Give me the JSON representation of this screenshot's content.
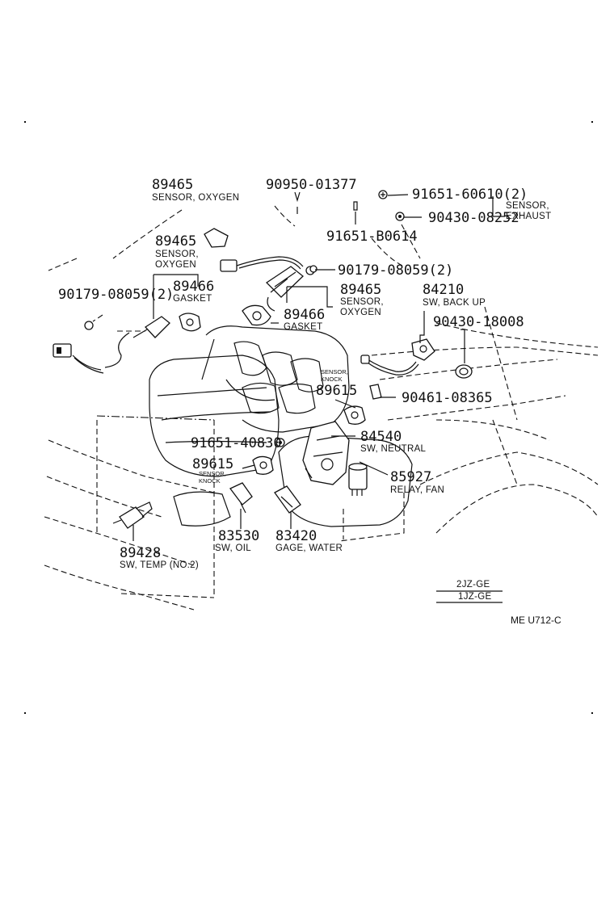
{
  "colors": {
    "ink": "#111111",
    "paper": "#ffffff"
  },
  "callouts": {
    "p89465_top": {
      "number": "89465",
      "line1": "SENSOR, OXYGEN"
    },
    "p90950": {
      "number": "90950-01377"
    },
    "p91651_60610": {
      "number": "91651-60610(2)"
    },
    "p90430_08252": {
      "number": "90430-08252",
      "line1": "SENSOR,",
      "line2": "EXHAUST"
    },
    "p91651_b0614": {
      "number": "91651-B0614"
    },
    "p89465_left": {
      "number": "89465",
      "line1": "SENSOR,",
      "line2": "OXYGEN"
    },
    "p90179_right": {
      "number": "90179-08059(2)"
    },
    "p90179_left": {
      "number": "90179-08059(2)"
    },
    "p89466_left": {
      "number": "89466",
      "line1": "GASKET"
    },
    "p89465_mid": {
      "number": "89465",
      "line1": "SENSOR,",
      "line2": "OXYGEN"
    },
    "p84210": {
      "number": "84210",
      "line1": "SW, BACK UP"
    },
    "p89466_mid": {
      "number": "89466",
      "line1": "GASKET"
    },
    "p90430_18008": {
      "number": "90430-18008"
    },
    "p89615_upper": {
      "number": "89615",
      "line1": "SENSOR,",
      "line2": "KNOCK"
    },
    "p90461": {
      "number": "90461-08365"
    },
    "p84540": {
      "number": "84540",
      "line1": "SW, NEUTRAL"
    },
    "p91651_40830": {
      "number": "91651-40830"
    },
    "p89615_lower": {
      "number": "89615",
      "line1": "SENSOR,",
      "line2": "KNOCK"
    },
    "p85927": {
      "number": "85927",
      "line1": "RELAY, FAN"
    },
    "p83530": {
      "number": "83530",
      "line1": "SW, OIL"
    },
    "p83420": {
      "number": "83420",
      "line1": "GAGE, WATER"
    },
    "p89428": {
      "number": "89428",
      "line1": "SW, TEMP (NO.2)"
    }
  },
  "engine_codes": {
    "first": "2JZ-GE",
    "second": "1JZ-GE"
  },
  "figure_ref": "ME U712-C",
  "icons": [
    "bolt-icon",
    "nut-icon",
    "clip-icon",
    "washer-icon",
    "connector-icon"
  ]
}
